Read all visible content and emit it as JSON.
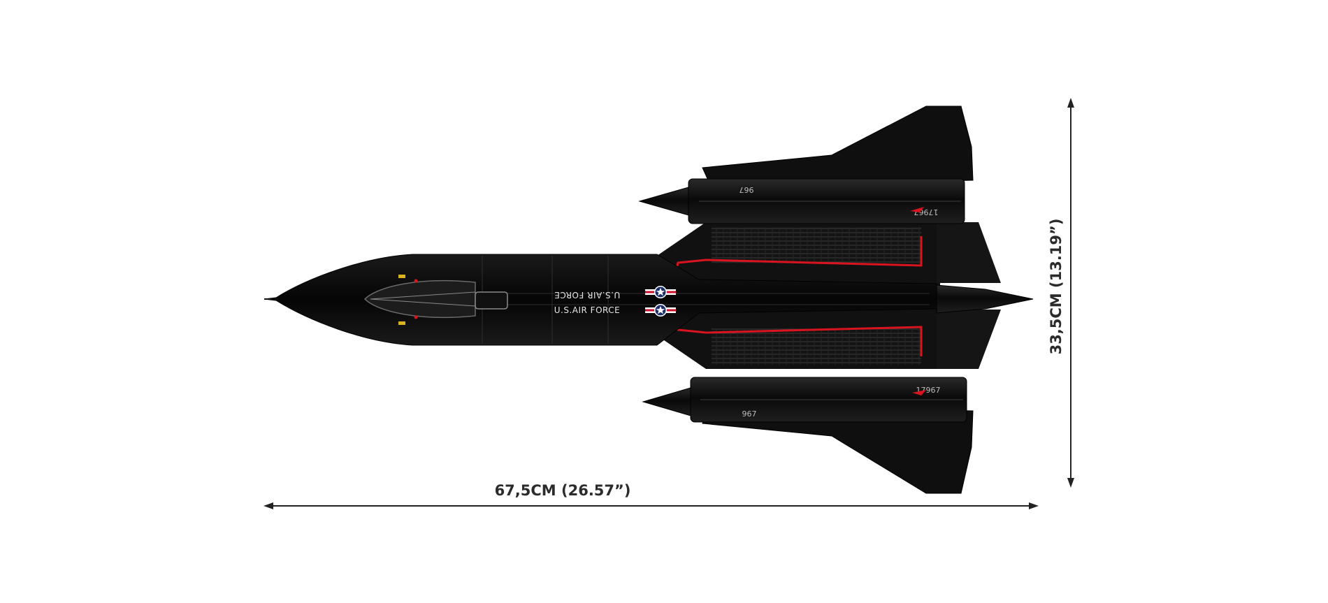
{
  "dimensions": {
    "length_label": "67,5CM (26.57”)",
    "height_label": "33,5CM (13.19”)"
  },
  "aircraft": {
    "marking_text": "U.S.AIR FORCE",
    "tail_number": "17967",
    "engine_number": "967"
  },
  "colors": {
    "background": "#ffffff",
    "aircraft_body": "#0d0d0d",
    "trim_red": "#d9141e",
    "dimension_line": "#222222"
  }
}
